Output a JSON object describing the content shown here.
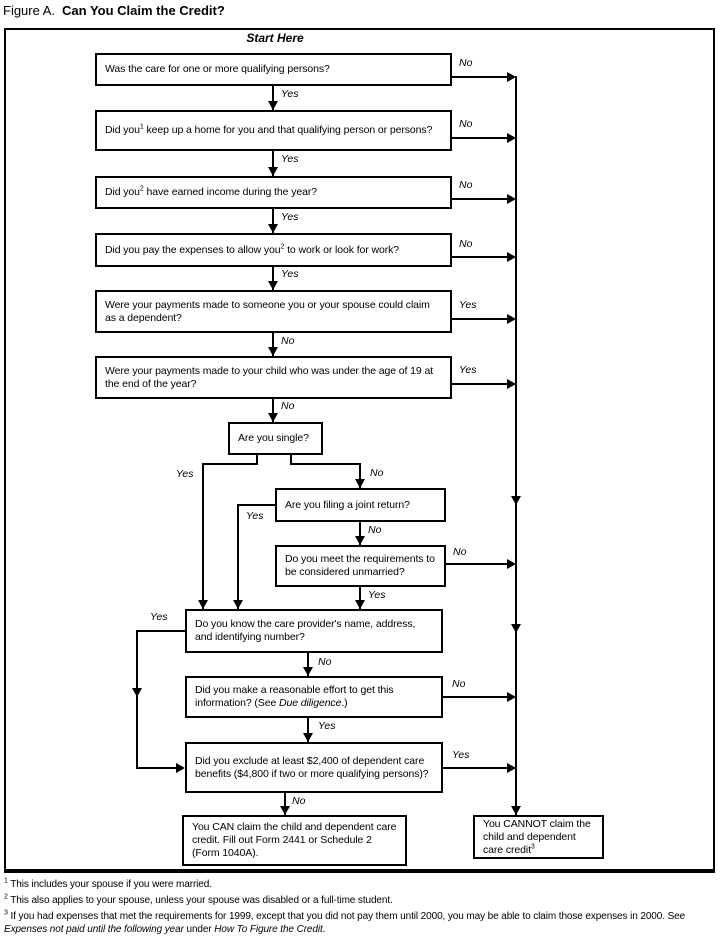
{
  "figure_title": {
    "prefix": "Figure A.",
    "main": "Can You Claim the Credit?"
  },
  "start_here": "Start Here",
  "labels": {
    "yes": "Yes",
    "no": "No"
  },
  "nodes": {
    "q1": {
      "text": "Was the care for one or more qualifying persons?"
    },
    "q2": {
      "pre": "Did you",
      "sup": "1",
      "post": " keep up a home for you and that qualifying person or persons?"
    },
    "q3": {
      "pre": "Did you",
      "sup": "2",
      "post": " have earned income during the year?"
    },
    "q4": {
      "pre": "Did you pay the expenses to allow you",
      "sup": "2",
      "post": " to work or look for work?"
    },
    "q5": {
      "text": "Were your payments made to someone you or your spouse could claim as a dependent?"
    },
    "q6": {
      "text": "Were your payments made to your child who was under the age of 19 at the end of the year?"
    },
    "q7": {
      "text": "Are you single?"
    },
    "q8": {
      "text": "Are you filing a joint return?"
    },
    "q9": {
      "text": "Do you meet the requirements to be considered unmarried?"
    },
    "q10": {
      "text": "Do you know the care provider's name, address, and identifying number?"
    },
    "q11": {
      "pre": "Did you make a reasonable effort to get this information? (See ",
      "em": "Due diligence",
      "post": ".)"
    },
    "q12": {
      "text": "Did you exclude at least $2,400 of dependent care benefits ($4,800 if two or more qualifying persons)?"
    },
    "result_can": {
      "text": "You CAN claim the child and dependent care credit. Fill out Form 2441 or Schedule 2 (Form 1040A)."
    },
    "result_cannot": {
      "pre": "You CANNOT claim the child and dependent care credit",
      "sup": "3"
    }
  },
  "footnotes": [
    {
      "marker": "1",
      "text": "This includes your spouse if you were married."
    },
    {
      "marker": "2",
      "text": "This also applies to your spouse, unless your spouse was disabled or a full-time student."
    },
    {
      "marker": "3",
      "pre": "If you had expenses that met the requirements for 1999, except that you did not pay them until 2000, you may be able to claim those expenses in 2000. See ",
      "em1": "Expenses not paid until the following year",
      "mid": " under ",
      "em2": "How To Figure the Credit",
      "post": "."
    }
  ],
  "colors": {
    "line": "#000000",
    "background": "#ffffff"
  }
}
